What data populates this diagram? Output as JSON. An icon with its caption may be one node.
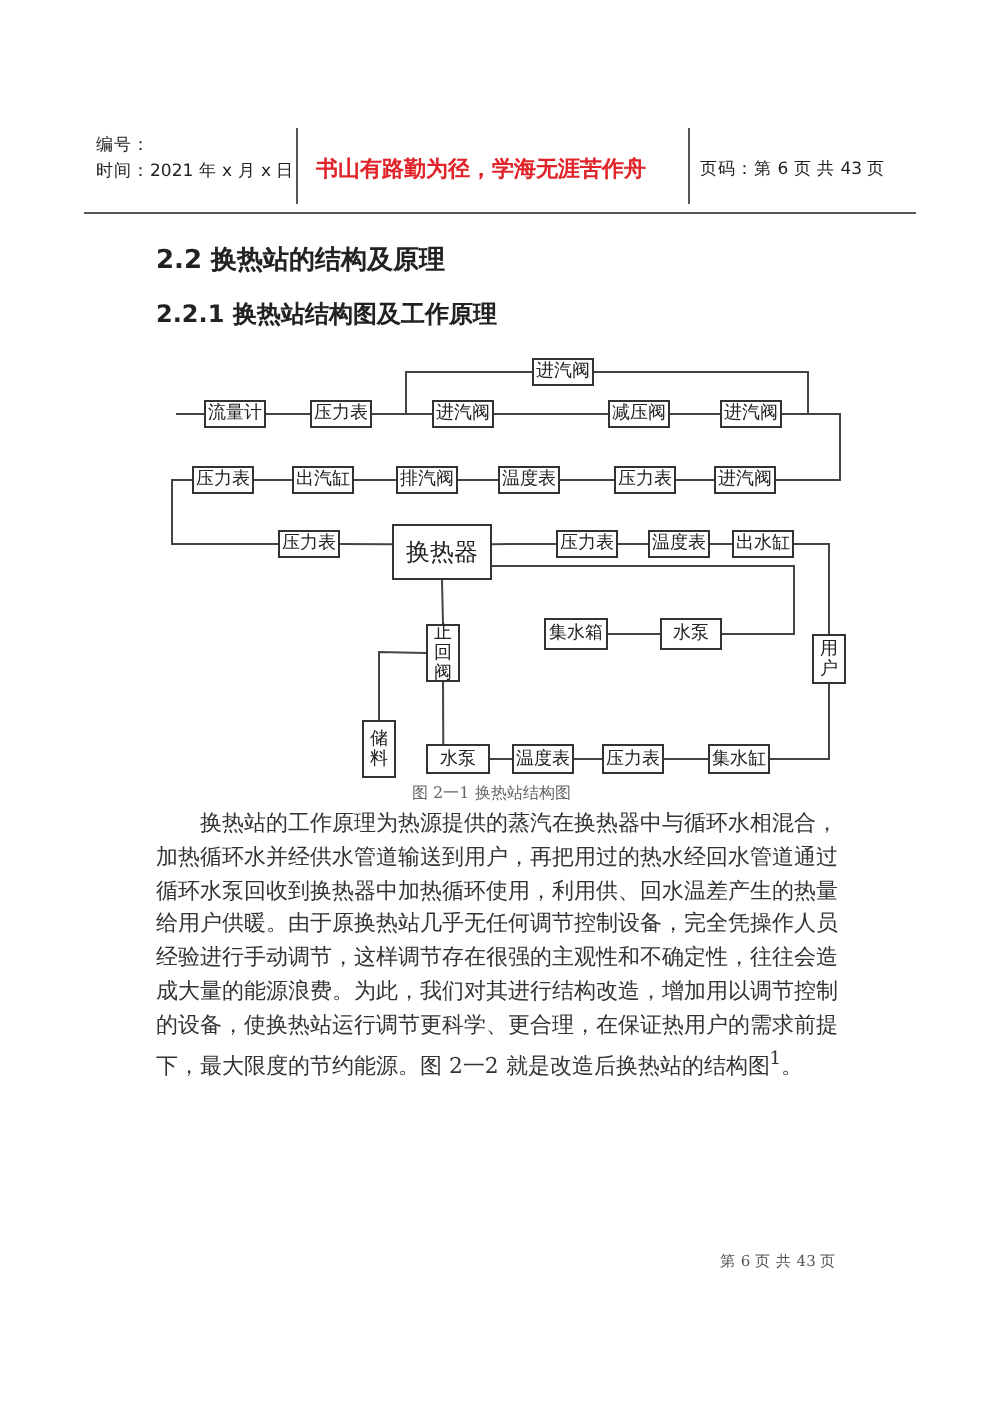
{
  "diagram": {
    "caption": "图 2一1 换热站结构图",
    "nodes": [
      {
        "text": [
          "进汽阀"
        ]
      },
      {
        "text": [
          "流量计"
        ]
      },
      {
        "text": [
          "压力表"
        ]
      },
      {
        "text": [
          "进汽阀"
        ]
      },
      {
        "text": [
          "减压阀"
        ]
      },
      {
        "text": [
          "进汽阀"
        ]
      },
      {
        "text": [
          "压力表"
        ]
      },
      {
        "text": [
          "出汽缸"
        ]
      },
      {
        "text": [
          "排汽阀"
        ]
      },
      {
        "text": [
          "温度表"
        ]
      },
      {
        "text": [
          "压力表"
        ]
      },
      {
        "text": [
          "进汽阀"
        ]
      },
      {
        "text": [
          "压力表"
        ]
      },
      {
        "text": [
          "换热器"
        ]
      },
      {
        "text": [
          "压力表"
        ]
      },
      {
        "text": [
          "温度表"
        ]
      },
      {
        "text": [
          "出水缸"
        ]
      },
      {
        "text": [
          "止回阀"
        ]
      },
      {
        "text": [
          "集水箱"
        ]
      },
      {
        "text": [
          "水泵"
        ]
      },
      {
        "text": [
          "用户"
        ]
      },
      {
        "text": [
          "储料"
        ]
      },
      {
        "text": [
          "水泵"
        ]
      },
      {
        "text": [
          "温度表"
        ]
      },
      {
        "text": [
          "压力表"
        ]
      },
      {
        "text": [
          "集水缸"
        ]
      }
    ],
    "edges": [
      {
        "from": null,
        "to": 1,
        "arrow": "none"
      },
      {
        "from": 1,
        "to": 2,
        "arrow": "none"
      },
      {
        "from": 2,
        "to": 3,
        "arrow": "none"
      },
      {
        "from": 2,
        "to": 0,
        "arrow": "none"
      },
      {
        "from": 3,
        "to": 4,
        "arrow": "none"
      },
      {
        "from": 4,
        "to": 5,
        "arrow": "none"
      },
      {
        "from": 0,
        "to": 11,
        "arrow": "none"
      },
      {
        "from": 5,
        "to": 11,
        "arrow": "none"
      },
      {
        "from": 11,
        "to": 10,
        "arrow": "none"
      },
      {
        "from": 10,
        "to": 9,
        "arrow": "none"
      },
      {
        "from": 9,
        "to": 8,
        "arrow": "none"
      },
      {
        "from": 8,
        "to": 7,
        "arrow": "none"
      },
      {
        "from": 7,
        "to": 6,
        "arrow": "none"
      },
      {
        "from": 6,
        "to": 12,
        "arrow": "none"
      },
      {
        "from": 12,
        "to": 13,
        "arrow": "none"
      },
      {
        "from": 13,
        "to": 14,
        "arrow": "none"
      },
      {
        "from": 14,
        "to": 15,
        "arrow": "none"
      },
      {
        "from": 15,
        "to": 16,
        "arrow": "none"
      },
      {
        "from": 16,
        "to": 20,
        "arrow": "none"
      },
      {
        "from": 13,
        "to": 19,
        "arrow": "none"
      },
      {
        "from": 19,
        "to": 18,
        "arrow": "none"
      },
      {
        "from": 13,
        "to": 17,
        "arrow": "none"
      },
      {
        "from": 21,
        "to": 17,
        "arrow": "none"
      },
      {
        "from": 17,
        "to": 22,
        "arrow": "none"
      },
      {
        "from": 22,
        "to": 23,
        "arrow": "none"
      },
      {
        "from": 23,
        "to": 24,
        "arrow": "none"
      },
      {
        "from": 24,
        "to": 25,
        "arrow": "none"
      },
      {
        "from": 25,
        "to": 20,
        "arrow": "none"
      }
    ],
    "labels": [
      "编号：",
      "时间：2021 年 x 月 x 日",
      "书山有路勤为径，学海无涯苦作舟",
      "页码：第 6 页 共 43 页",
      "2.2 换热站的结构及原理",
      "2.2.1 换热站结构图及工作原理",
      "换热站的工作原理为热源提供的蒸汽在换热器中与循环水相混合，加热循环水并经供水管道输送到用户，再把用过的热水经回水管道通过循环水泵回收到换热器中加热循环使用，利用供、回水温差产生的热量给用户供暖。由于原换热站几乎无任何调节控制设备，完全凭操作人员经验进行手动调节，这样调节存在很强的主观性和不确定性，往往会造成大量的能源浪费。为此，我们对其进行结构改造，增加用以调节控制的设备，使换热站运行调节更科学、更合理，在保证热用户的需求前提下，最大限度的节约能源。图 2一2 就是改造后换热站的结构图$^{1}$。",
      "第 6 页 共 43 页"
    ]
  }
}
